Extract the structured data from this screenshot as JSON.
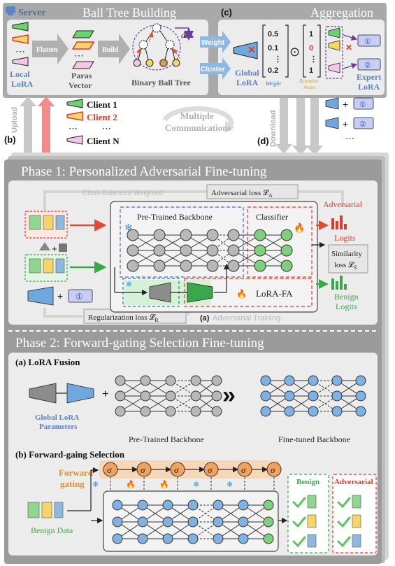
{
  "server": {
    "label": "Server",
    "ball_tree_title": "Ball Tree Building",
    "section_c": "(c)",
    "aggregation_title": "Aggregation",
    "local_lora": [
      "Local",
      "LoRA"
    ],
    "flatten": "Flatten",
    "paras_vector": [
      "Paras",
      "Vector"
    ],
    "build": "Build",
    "binary_ball_tree": "Binary Ball Tree",
    "d_label": "d",
    "weight": "Weight",
    "cluster": "Cluster",
    "global_lora": [
      "Global",
      "LoRA"
    ],
    "weight_caption": "Weight",
    "byzantine_caption": [
      "Byzantine",
      "Aware"
    ],
    "weight_vector": [
      "0.5",
      "0.1",
      "⋮",
      "0.2"
    ],
    "byz_vector": [
      "1",
      "0",
      "⋮",
      "1"
    ],
    "odot": "⊙",
    "expert_lora": [
      "Expert",
      "LoRA"
    ],
    "expert_ids": [
      "①",
      "②"
    ]
  },
  "comm": {
    "upload": "Upload",
    "download": "Download",
    "section_b": "(b)",
    "section_d": "(d)",
    "multiple": [
      "Multiple",
      "Communications"
    ],
    "clients": [
      "Client 1",
      "Client 2",
      "Client N"
    ],
    "dots": "⋯",
    "plus": "+",
    "right_ids": [
      "①",
      "②"
    ],
    "right_dots": "⋯"
  },
  "phase1": {
    "title": "Phase 1: Personalized Adversarial Fine-tuning",
    "class_balanced": "Class-Balanced Weighted",
    "adv_loss": "Adversarial loss 𝓛",
    "adv_loss_sub": "A",
    "backbone": "Pre-Trained Backbone",
    "classifier": "Classifier",
    "adversarial": "Adversarial",
    "logits": "Logits",
    "benign": "Benign",
    "similarity": "Similarity",
    "sim_loss": "loss 𝓛",
    "sim_loss_sub": "S",
    "lora_fa": "LoRA-FA",
    "reg_loss": "Regularization loss 𝓛",
    "reg_loss_sub": "R",
    "sub_a": "(a)",
    "adv_training": "Adversarial Training",
    "plus": "+",
    "lora_id": "①"
  },
  "phase2": {
    "title": "Phase 2: Forward-gating Selection Fine-tuning",
    "lora_fusion": "(a) LoRA Fusion",
    "global_params": [
      "Global LoRA",
      "Parameters"
    ],
    "pretrained": "Pre-Trained Backbone",
    "finetuned": "Fine-tuned Backbone",
    "fusion_plus": "+",
    "fwd_selection": "(b) Forward-gaing Selection",
    "forward": "Forward",
    "gating": "gating",
    "sigma": "σ",
    "benign_data": "Benign Data",
    "benign": "Benign",
    "adversarial": "Adversarial"
  },
  "colors": {
    "green_stroke": "#2e9e3c",
    "red_stroke": "#e03a2a",
    "blue_stroke": "#3a6fbf",
    "node_grey": "#b8b8b8",
    "node_blue": "#7fb2e0",
    "node_green": "#7ed07e",
    "phase_bg": "#9a9a9a",
    "server_bg": "#a7a7a7"
  }
}
